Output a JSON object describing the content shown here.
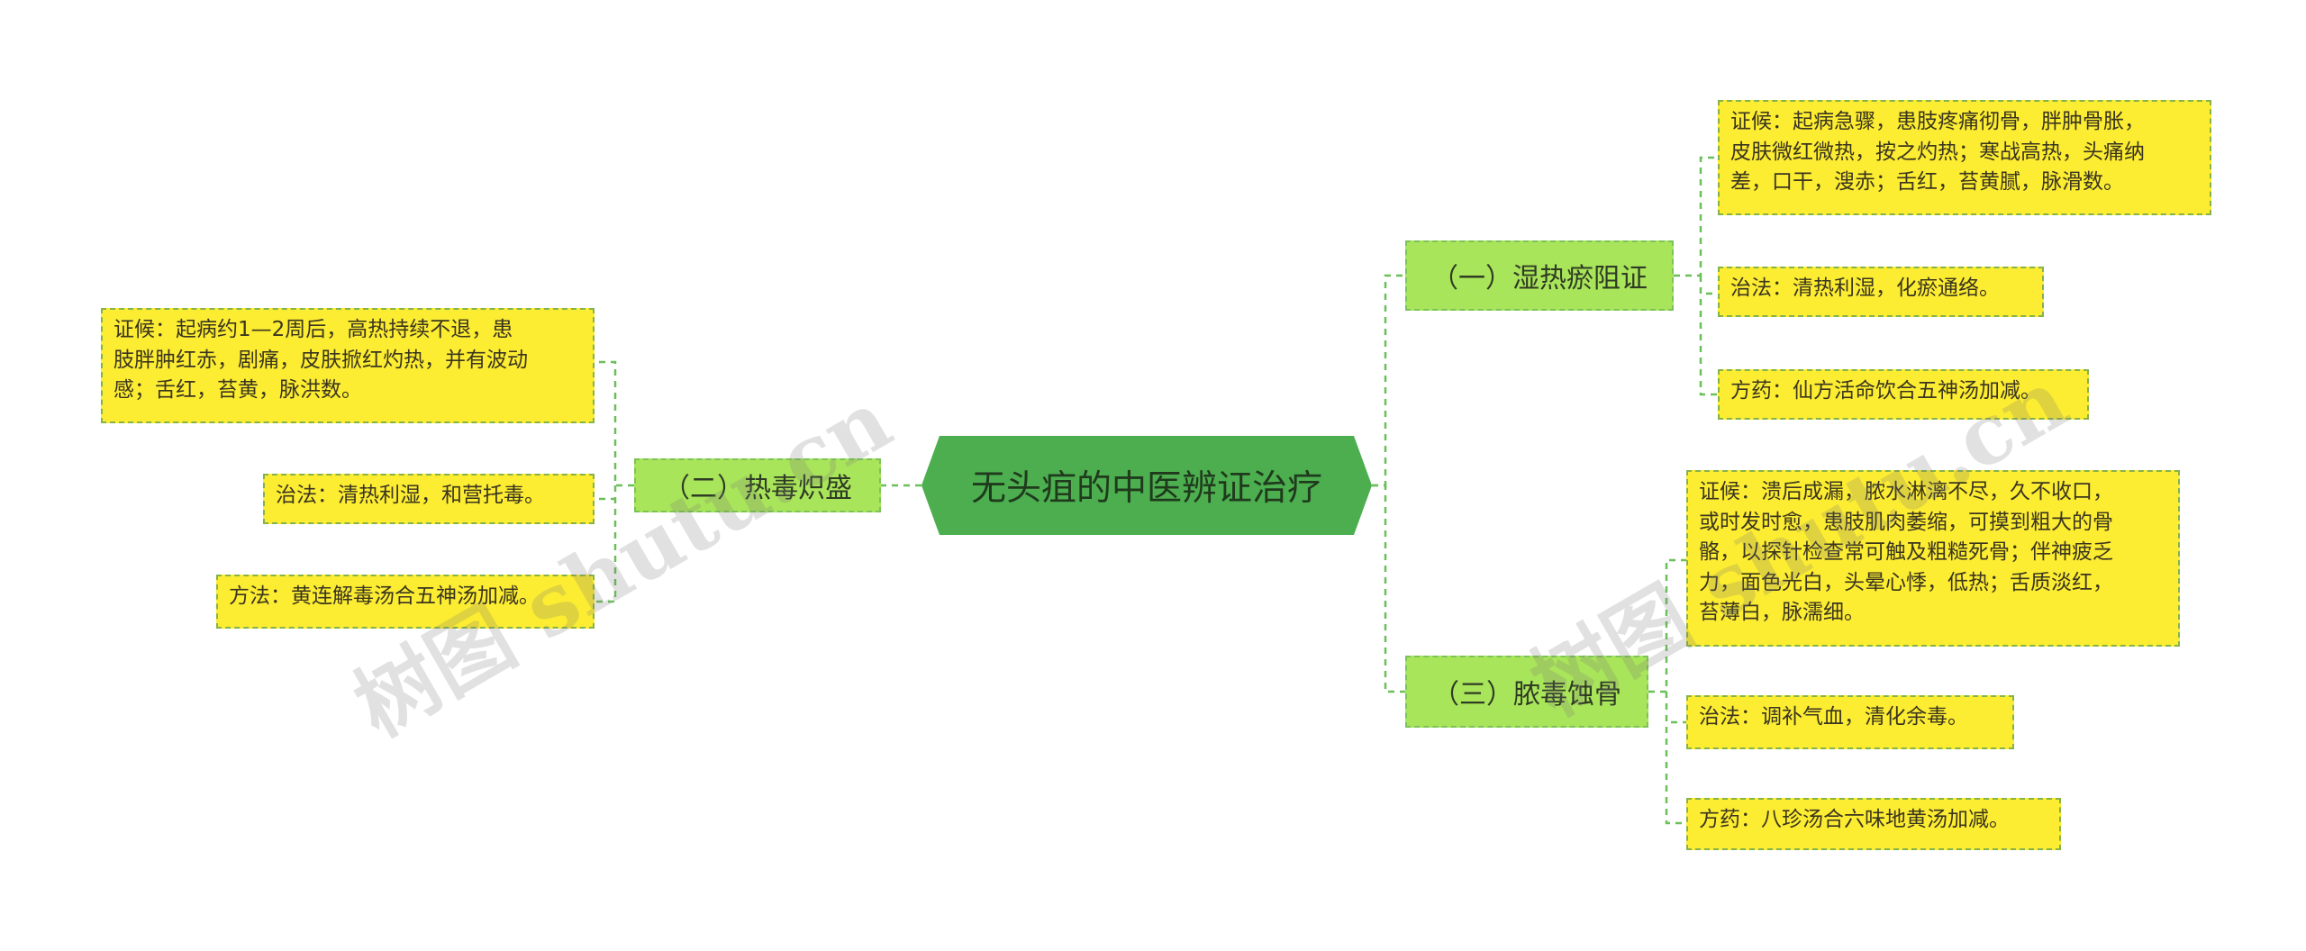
{
  "root": {
    "label": "无头疽的中医辨证治疗"
  },
  "branches": [
    {
      "label": "（一）湿热瘀阻证",
      "leaves": [
        [
          "证候：起病急骤，患肢疼痛彻骨，胖肿骨胀，",
          "皮肤微红微热，按之灼热；寒战高热，头痛纳",
          "差，口干，溲赤；舌红，苔黄腻，脉滑数。"
        ],
        [
          "治法：清热利湿，化瘀通络。"
        ],
        [
          "方药：仙方活命饮合五神汤加减。"
        ]
      ]
    },
    {
      "label": "（二）热毒炽盛",
      "leaves": [
        [
          "证候：起病约1—2周后，高热持续不退，患",
          "肢胖肿红赤，剧痛，皮肤掀红灼热，并有波动",
          "感；舌红，苔黄，脉洪数。"
        ],
        [
          "治法：清热利湿，和营托毒。"
        ],
        [
          "方法：黄连解毒汤合五神汤加减。"
        ]
      ]
    },
    {
      "label": "（三）脓毒蚀骨",
      "leaves": [
        [
          "证候：溃后成漏，脓水淋漓不尽，久不收口，",
          "或时发时愈，患肢肌肉萎缩，可摸到粗大的骨",
          "骼，以探针检查常可触及粗糙死骨；伴神疲乏",
          "力，面色光白，头晕心悸，低热；舌质淡红，",
          "苔薄白，脉濡细。"
        ],
        [
          "治法：调补气血，清化余毒。"
        ],
        [
          "方药：八珍汤合六味地黄汤加减。"
        ]
      ]
    }
  ],
  "watermarks": [
    "树图 shutu.cn",
    "树图 shutu.cn"
  ],
  "colors": {
    "root_fill": "#4cae4f",
    "branch_fill": "#a9e55a",
    "leaf_fill": "#fcec32",
    "connector": "#6bbf59"
  }
}
